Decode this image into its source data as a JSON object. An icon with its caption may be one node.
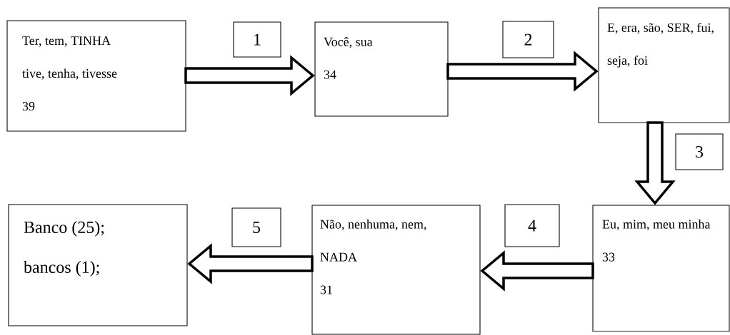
{
  "diagram": {
    "nodes": [
      {
        "text": [
          "Ter, tem, TINHA",
          "tive, tenha, tivesse",
          "39"
        ]
      },
      {
        "text": [
          "Você, sua",
          "34"
        ]
      },
      {
        "text": [
          "E, era, são, SER, fui, seja, foi"
        ]
      },
      {
        "text": [
          "Eu, mim, meu minha 33"
        ]
      },
      {
        "text": [
          "Não, nenhuma, nem, NADA",
          "31"
        ]
      },
      {
        "text": [
          "Banco (25);",
          "bancos (1);"
        ]
      }
    ],
    "edges": [
      {
        "from": 0,
        "to": 1,
        "arrow": "to",
        "label": "1"
      },
      {
        "from": 1,
        "to": 2,
        "arrow": "to",
        "label": "2"
      },
      {
        "from": 2,
        "to": 3,
        "arrow": "to",
        "label": "3"
      },
      {
        "from": 3,
        "to": 4,
        "arrow": "to",
        "label": "4"
      },
      {
        "from": 4,
        "to": 5,
        "arrow": "to",
        "label": "5"
      }
    ]
  }
}
